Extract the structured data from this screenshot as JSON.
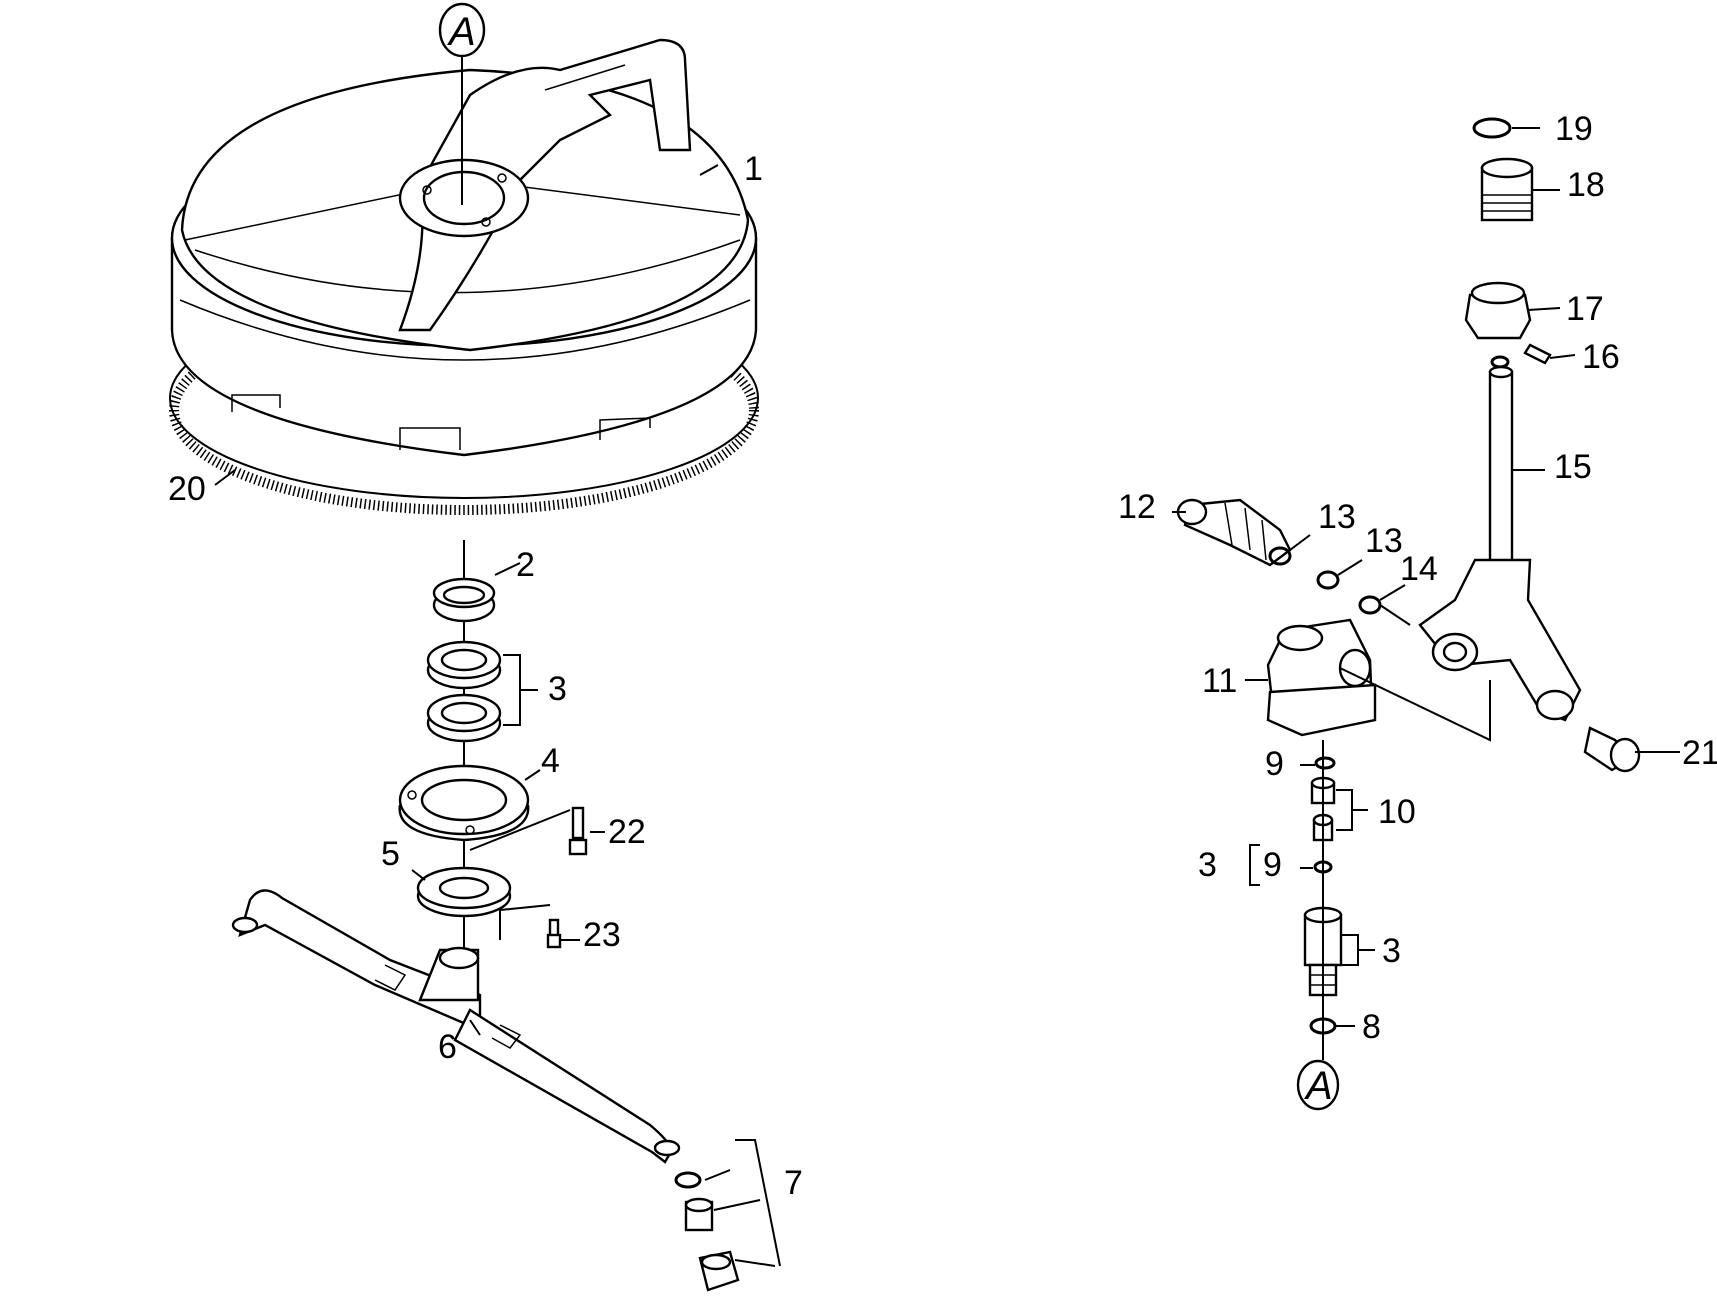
{
  "diagram": {
    "callouts": {
      "c1": "1",
      "c2": "2",
      "c3a": "3",
      "c4": "4",
      "c5": "5",
      "c6": "6",
      "c7": "7",
      "c8": "8",
      "c9a": "9",
      "c9b": "9",
      "c3b": "3",
      "c10": "10",
      "c3c": "3",
      "c11": "11",
      "c12": "12",
      "c13a": "13",
      "c13b": "13",
      "c14": "14",
      "c15": "15",
      "c16": "16",
      "c17": "17",
      "c18": "18",
      "c19": "19",
      "c20": "20",
      "c21": "21",
      "c22": "22",
      "c23": "23"
    },
    "connector_top": "A",
    "connector_bottom": "A"
  }
}
